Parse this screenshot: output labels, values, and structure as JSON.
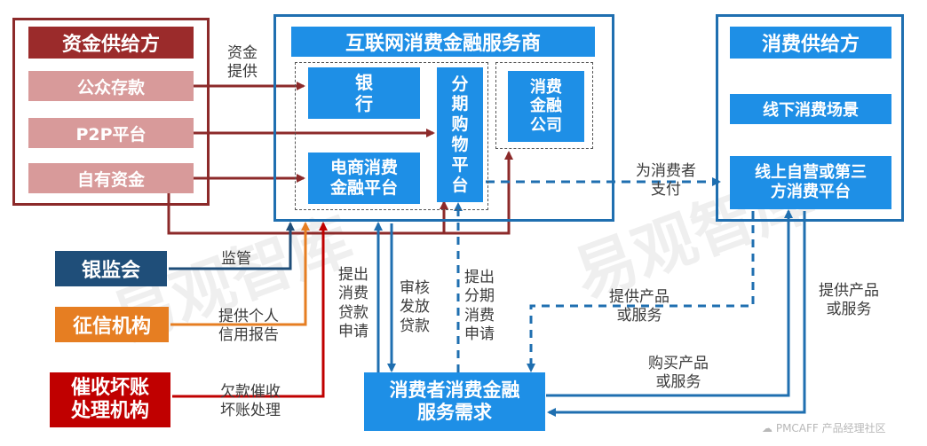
{
  "supplier": {
    "title": "资金供给方",
    "items": [
      "公众存款",
      "P2P平台",
      "自有资金"
    ]
  },
  "internet": {
    "title": "互联网消费金融服务商",
    "bank": "银\n行",
    "ecommerce": "电商消费\n金融平台",
    "installment": "分\n期\n购\n物\n平\n台",
    "consumer_finance": "消费\n金融\n公司"
  },
  "consumer_supply": {
    "title": "消费供给方",
    "offline": "线下消费场景",
    "online": "线上自营或第三\n方消费平台"
  },
  "external": {
    "cbrc": "银监会",
    "credit": "征信机构",
    "collection": "催收坏账\n处理机构"
  },
  "demand": "消费者消费金融\n服务需求",
  "labels": {
    "fund_supply": "资金\n提供",
    "pay_for_consumer": "为消费者\n支付",
    "supervise": "监管",
    "credit_report": "提供个人\n信用报告",
    "bad_debt": "欠款催收\n坏账处理",
    "apply_loan": "提出\n消费\n贷款\n申请",
    "approve_loan": "审核\n发放\n贷款",
    "apply_installment": "提出\n分期\n消费\n申请",
    "provide_product_1": "提供产品\n或服务",
    "provide_product_2": "提供产品\n或服务",
    "buy_product": "购买产品\n或服务"
  },
  "watermark": {
    "text1": "易观智库",
    "text2": "易观智库",
    "footer": "PMCAFF 产品经理社区"
  },
  "colors": {
    "dark_red": "#9b2b2b",
    "pink": "#d89a9a",
    "blue": "#1e8fe6",
    "frame_blue": "#1f6fb0",
    "navy": "#1f4e79",
    "orange": "#e67e22",
    "red": "#c00000"
  }
}
